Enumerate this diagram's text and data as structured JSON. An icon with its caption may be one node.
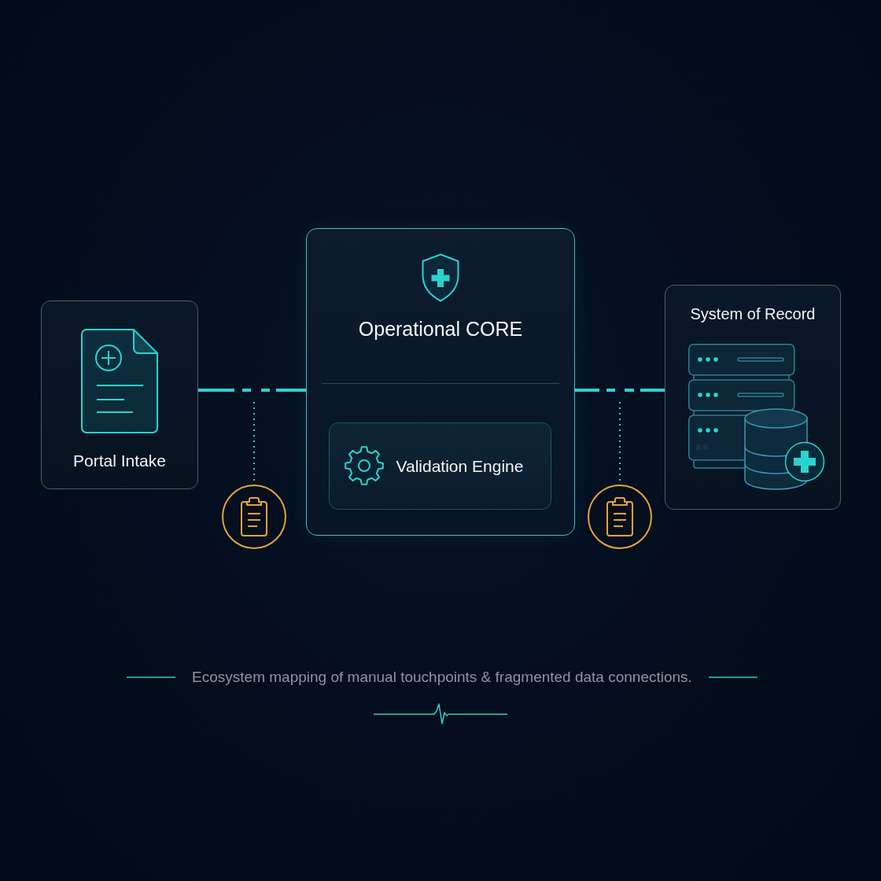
{
  "diagram": {
    "caption": "Ecosystem mapping of manual touchpoints & fragmented data connections.",
    "nodes": [
      {
        "text": [
          "Portal Intake"
        ]
      },
      {
        "text": [
          "Operational CORE"
        ]
      },
      {
        "text": [
          "Validation Engine"
        ],
        "in": 1
      },
      {
        "text": [
          "System of Record"
        ]
      },
      {
        "text": [],
        "shape": "circle"
      },
      {
        "text": [],
        "shape": "circle"
      }
    ],
    "edges": [
      {
        "from": 0,
        "to": 1,
        "arrow": "none",
        "style": "dashed"
      },
      {
        "from": 1,
        "to": 3,
        "arrow": "none",
        "style": "dashed"
      },
      {
        "from": null,
        "to": 4,
        "arrow": "none",
        "style": "dashed"
      },
      {
        "from": null,
        "to": 5,
        "arrow": "none",
        "style": "dashed"
      }
    ]
  }
}
